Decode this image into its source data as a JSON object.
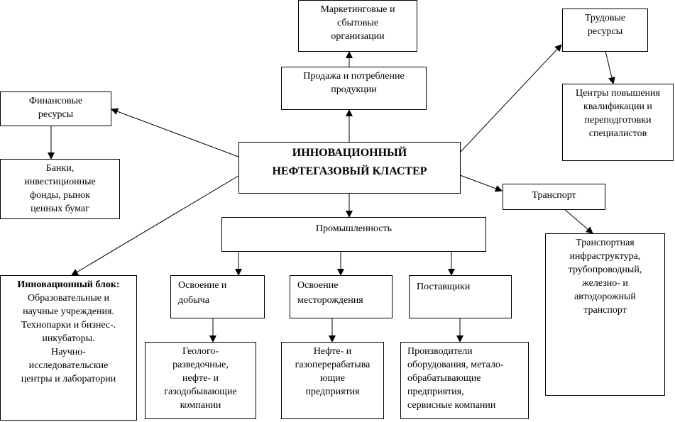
{
  "nodes": {
    "center": {
      "lines": [
        "ИННОВАЦИОННЫЙ",
        "НЕФТЕГАЗОВЫЙ КЛАСТЕР"
      ]
    },
    "marketing": {
      "lines": [
        "Маркетинговые и",
        "сбытовые",
        "организации"
      ]
    },
    "sales": {
      "lines": [
        "Продажа и потребление",
        "продукции"
      ]
    },
    "finance": {
      "lines": [
        "Финансовые",
        "ресурсы"
      ]
    },
    "banks": {
      "lines": [
        "Банки,",
        "инвестиционные",
        "фонды, рынок",
        "ценных бумаг"
      ]
    },
    "labor": {
      "lines": [
        "Трудовые",
        "ресурсы"
      ]
    },
    "training": {
      "lines": [
        "Центры повышения",
        "квалификации и",
        "переподготовки",
        "специалистов"
      ]
    },
    "transport": {
      "lines": [
        "Транспорт"
      ]
    },
    "transport_infra": {
      "lines": [
        "Транспортная",
        "инфраструктура,",
        "трубопроводный,",
        "железно- и",
        "автодорожный",
        "транспорт"
      ]
    },
    "industry": {
      "lines": [
        "Промышленность"
      ]
    },
    "innovation": {
      "title": "Инновационный блок:",
      "lines": [
        "Образовательные и",
        "научные учреждения.",
        "Технопарки и бизнес-.",
        "инкубаторы.",
        "Научно-",
        "исследовательские",
        "центры и лаборатории"
      ]
    },
    "extraction": {
      "lines": [
        "Освоение и",
        "добыча"
      ]
    },
    "field_dev": {
      "lines": [
        "Освоение",
        "месторождения"
      ]
    },
    "suppliers": {
      "lines": [
        "Поставщики"
      ]
    },
    "geology": {
      "lines": [
        "Геолого-",
        "разведочные,",
        "нефте- и",
        "газодобывающие",
        "компании"
      ]
    },
    "refining": {
      "lines": [
        "Нефте- и",
        "газоперерабатыва",
        "ющие",
        "предприятия"
      ]
    },
    "manufacturers": {
      "lines": [
        "Производители",
        "оборудования, метало-",
        "обрабатывающие",
        "предприятия,",
        "сервисные компании"
      ]
    }
  }
}
